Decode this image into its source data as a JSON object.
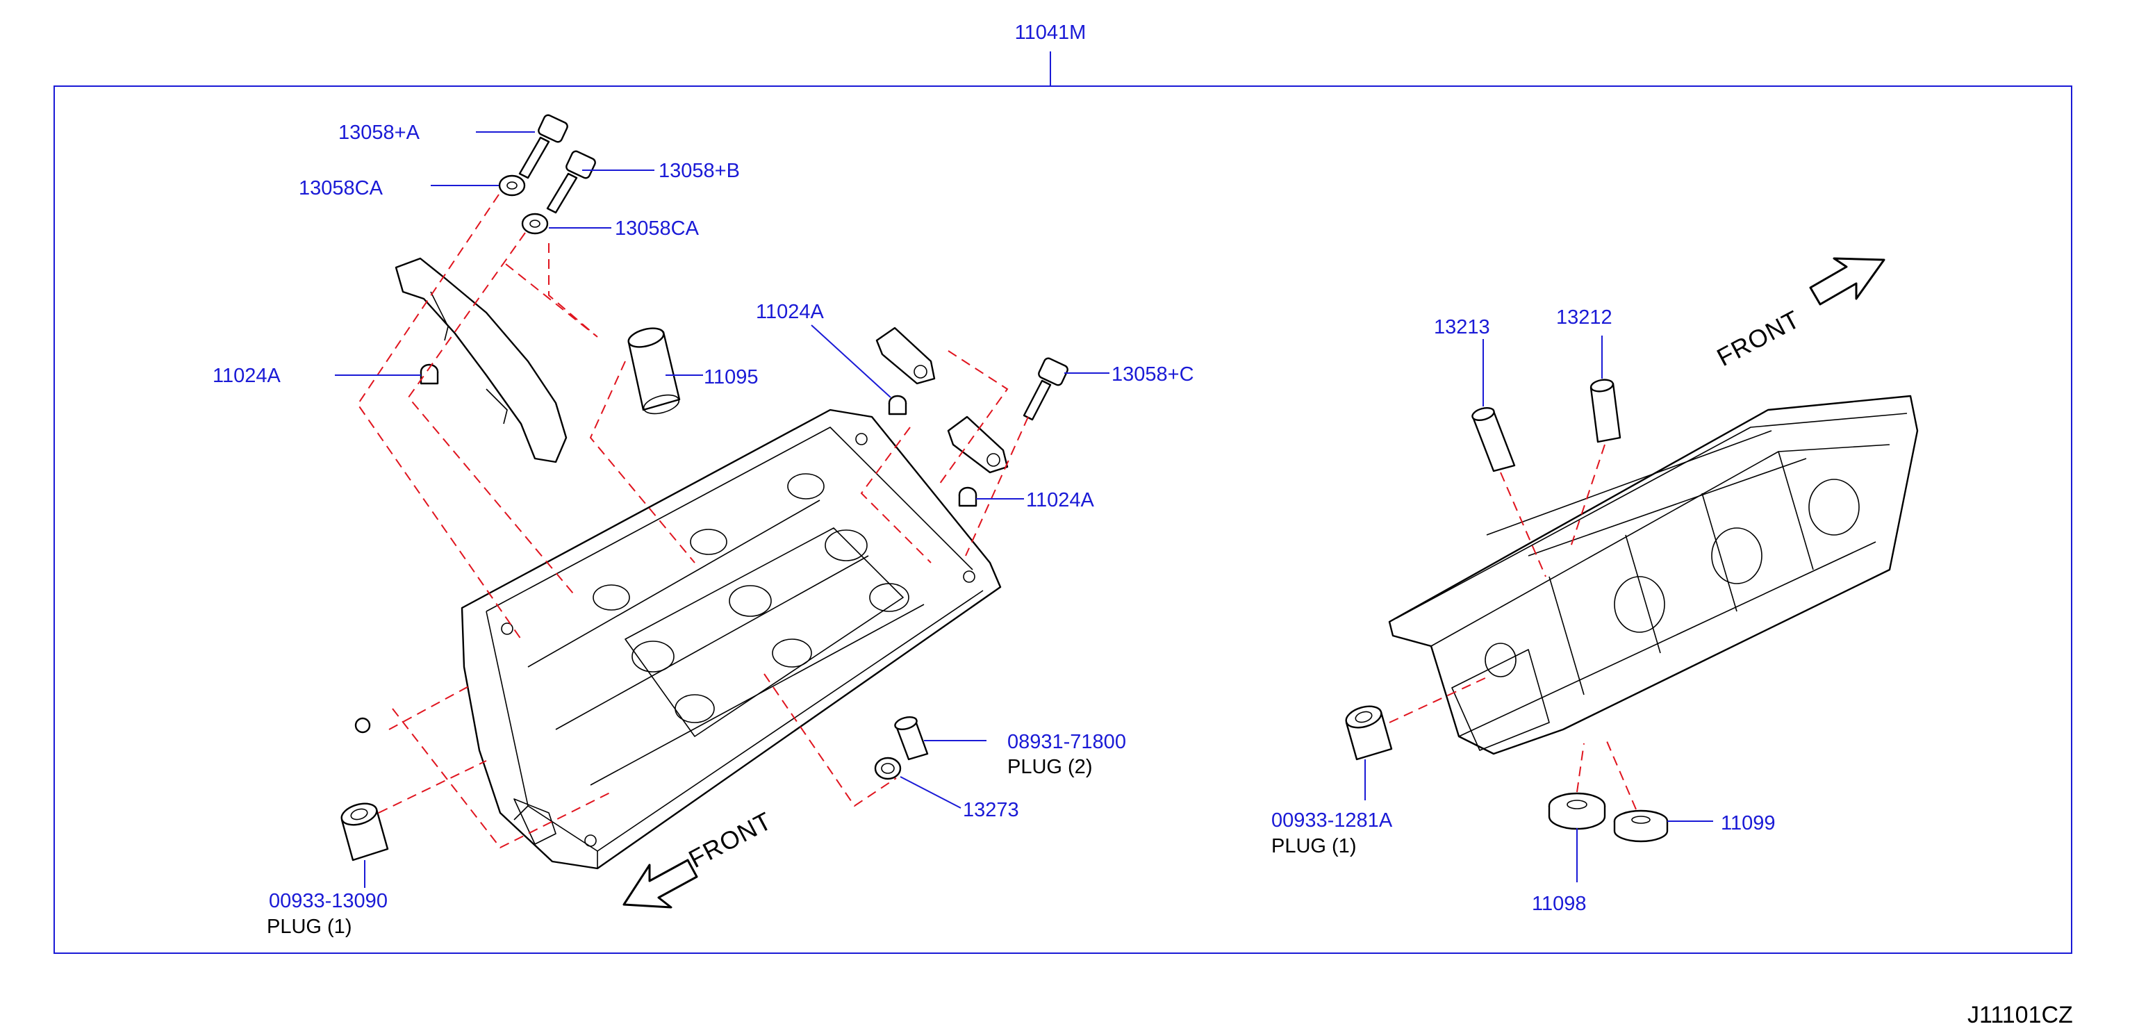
{
  "assembly": {
    "part_number": "11041M"
  },
  "diagram_id": "J11101CZ",
  "front_labels": {
    "left": "FRONT",
    "right": "FRONT"
  },
  "part_labels": {
    "bolt_a": "13058+A",
    "bolt_b": "13058+B",
    "bolt_c": "13058+C",
    "washer_left": "13058CA",
    "washer_right": "13058CA",
    "dowel_chain": "11024A",
    "dowel_top": "11024A",
    "dowel_mid": "11024A",
    "tube": "11095",
    "plug_center": "08931-71800",
    "washer_13273": "13273",
    "plug_left": "00933-13090",
    "plug_right": "00933-1281A",
    "guide_13213": "13213",
    "guide_13212": "13212",
    "seal_11098": "11098",
    "seal_11099": "11099"
  },
  "notes": {
    "plug_center": "PLUG   (2)",
    "plug_left": "PLUG   (1)",
    "plug_right": "PLUG   (1)"
  }
}
